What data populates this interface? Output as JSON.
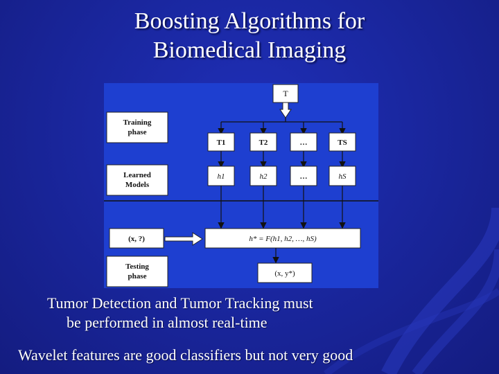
{
  "slide": {
    "title_line1": "Boosting Algorithms for",
    "title_line2": "Biomedical Imaging"
  },
  "diagram": {
    "top_node": "T",
    "training_phase_label": [
      "Training",
      "phase"
    ],
    "learned_models_label": [
      "Learned",
      "Models"
    ],
    "testing_phase_label": [
      "Testing",
      "phase"
    ],
    "subsets": [
      "T1",
      "T2",
      "…",
      "TS"
    ],
    "models": [
      "h1",
      "h2",
      "…",
      "hS"
    ],
    "query": "(x, ?)",
    "ensemble": "h* = F(h1, h2, …, hS)",
    "output": "(x, y*)"
  },
  "bullets": {
    "line1": "Tumor Detection and Tumor Tracking must",
    "line1_cont": "be performed in almost real-time",
    "line2": "Wavelet features are good classifiers but not very good"
  },
  "colors": {
    "background": "#1a27a0",
    "diagram_bg": "#1e3fd0",
    "box_fill": "#ffffff",
    "box_border": "#1a1a1a",
    "text": "#ffffff"
  }
}
